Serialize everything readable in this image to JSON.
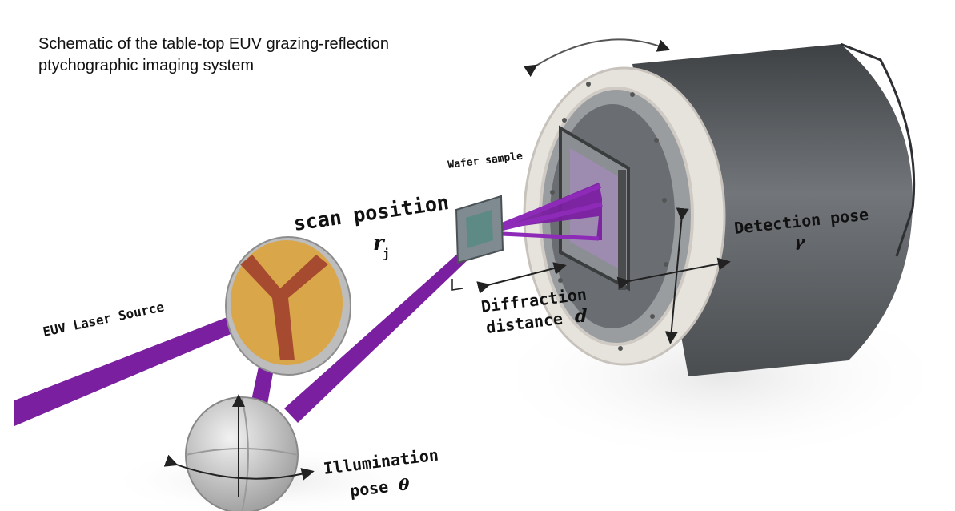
{
  "caption": "Schematic of the table-top EUV grazing-reflection ptychographic imaging system",
  "labels": {
    "laser_source": "EUV Laser Source",
    "wafer_sample": "Wafer sample",
    "scan_position": "scan position",
    "scan_symbol": "r",
    "scan_subscript": "j",
    "diffraction_line1": "Diffraction",
    "diffraction_line2": "distance",
    "diffraction_symbol": "d",
    "detection_pose": "Detection pose",
    "detection_symbol": "γ",
    "illumination_line1": "Illumination",
    "illumination_line2": "pose",
    "illumination_symbol": "θ"
  },
  "colors": {
    "beam": "#7a1fa0",
    "mirror_gold": "#d9a64a",
    "mirror_stripe": "#a0402e",
    "detector_body": "#606366",
    "detector_ring": "#e6e2dc",
    "sphere": "#d4d4d4"
  }
}
